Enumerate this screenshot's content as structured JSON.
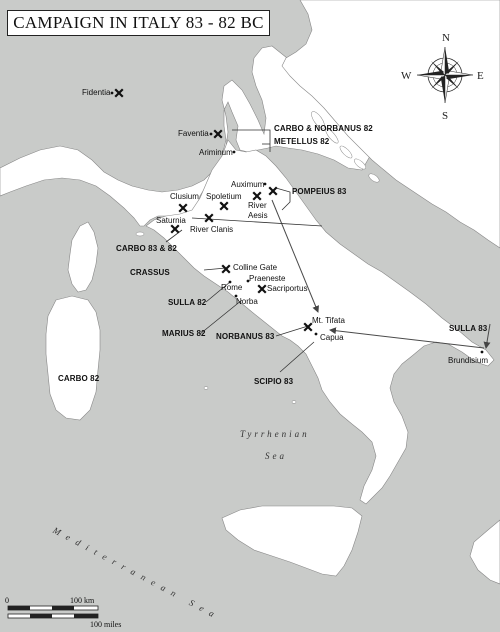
{
  "title": "CAMPAIGN IN ITALY 83 - 82 BC",
  "compass": {
    "n": "N",
    "e": "E",
    "s": "S",
    "w": "W"
  },
  "places": {
    "fidentia": "Fidentia",
    "faventia": "Faventia",
    "ariminum": "Ariminum",
    "auximum": "Auximum",
    "clusium": "Clusium",
    "spoletium": "Spoletium",
    "river_aesis": "River Aesis",
    "saturnia": "Saturnia",
    "river_clanis": "River Clanis",
    "colline_gate": "Colline Gate",
    "praeneste": "Praeneste",
    "rome": "Rome",
    "sacriportus": "Sacriportus",
    "norba": "Norba",
    "mt_tifata": "Mt. Tifata",
    "capua": "Capua",
    "brundisium": "Brundisium"
  },
  "commanders": {
    "carbo_norbanus_82": "CARBO & NORBANUS 82",
    "metellus_82": "METELLUS 82",
    "pompeius_83": "POMPEIUS 83",
    "carbo_83_82": "CARBO 83 & 82",
    "crassus": "CRASSUS",
    "sulla_82": "SULLA 82",
    "marius_82": "MARIUS 82",
    "norbanus_83": "NORBANUS 83",
    "scipio_83": "SCIPIO 83",
    "sulla_83": "SULLA 83",
    "carbo_82": "CARBO 82"
  },
  "seas": {
    "tyrrhenian_1": "Tyrrhenian",
    "tyrrhenian_2": "Sea",
    "mediterranean": "Mediterranean Sea"
  },
  "scale": {
    "km": "100 km",
    "miles": "100 miles",
    "zero": "0"
  },
  "colors": {
    "land": "#ffffff",
    "sea": "#c9cbc9",
    "ink": "#222222",
    "route": "#4a4a4a"
  }
}
